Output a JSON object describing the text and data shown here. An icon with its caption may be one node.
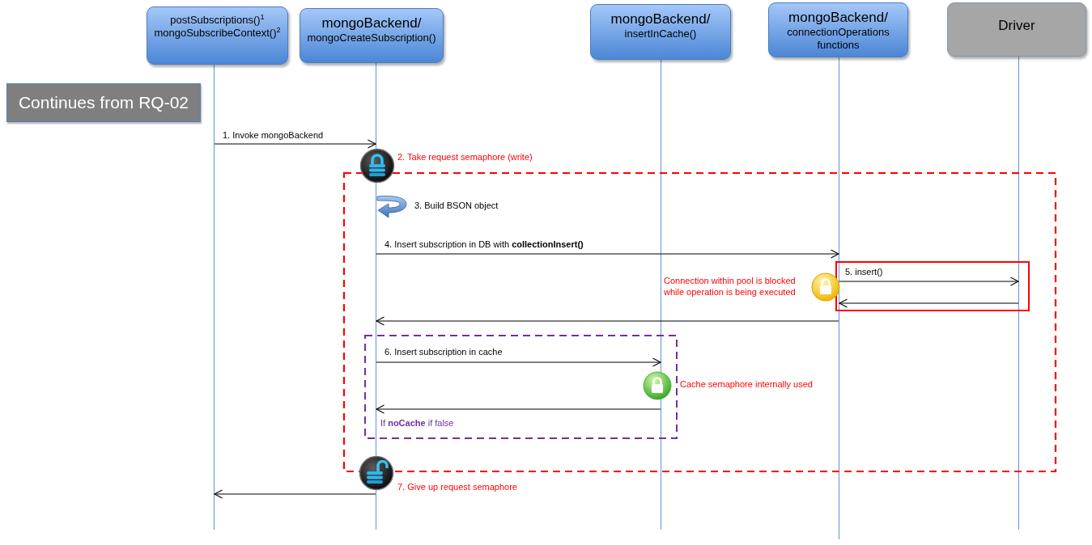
{
  "diagram": {
    "nodes": [
      {
        "text": [
          "postSubscriptions()$^{1}$",
          "mongoSubscribeContext()$^{2}$"
        ]
      },
      {
        "text": [
          "mongoBackend/",
          "mongoCreateSubscription()"
        ]
      },
      {
        "text": [
          "mongoBackend/",
          "insertInCache()"
        ]
      },
      {
        "text": [
          "mongoBackend/",
          "connectionOperations functions"
        ]
      },
      {
        "text": [
          "Driver"
        ]
      },
      {
        "text": [
          "Continues from RQ-02"
        ]
      },
      {
        "text": [],
        "shape": "line"
      },
      {
        "text": [],
        "shape": "line"
      },
      {
        "text": [],
        "shape": "line"
      },
      {
        "text": [],
        "shape": "line"
      },
      {
        "text": [],
        "shape": "line"
      }
    ],
    "edges": [
      {
        "from": 6,
        "to": 7,
        "arrow": "to",
        "label": "1. Invoke mongoBackend"
      },
      {
        "from": 7,
        "to": 9,
        "arrow": "to",
        "label": "4. Insert subscription in DB with **collectionInsert()**"
      },
      {
        "from": 9,
        "to": 10,
        "arrow": "to",
        "label": "5. insert()"
      },
      {
        "from": 10,
        "to": 9,
        "arrow": "to"
      },
      {
        "from": 9,
        "to": 7,
        "arrow": "to"
      },
      {
        "from": 7,
        "to": 8,
        "arrow": "to",
        "label": "6. Insert subscription in cache"
      },
      {
        "from": 8,
        "to": 7,
        "arrow": "to"
      },
      {
        "from": 7,
        "to": 6,
        "arrow": "to"
      }
    ],
    "labels": [
      "2. Take request semaphore (write)",
      "3. Build BSON object",
      "Connection within pool is blocked while operation is being executed",
      "Cache semaphore internally used",
      "If **noCache** if false",
      "7. Give up request semaphore"
    ]
  }
}
